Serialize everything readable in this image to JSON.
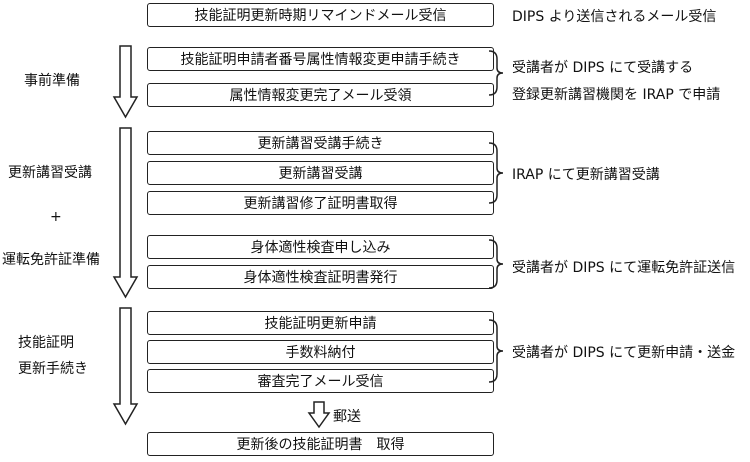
{
  "steps": {
    "reminder": "技能証明更新時期リマインドメール受信",
    "change_request": "技能証明申請者番号属性情報変更申請手続き",
    "change_complete": "属性情報変更完了メール受領",
    "course_procedure": "更新講習受講手続き",
    "course_attend": "更新講習受講",
    "course_certificate": "更新講習修了証明書取得",
    "physical_apply": "身体適性検査申し込み",
    "physical_certificate": "身体適性検査証明書発行",
    "renewal_apply": "技能証明更新申請",
    "fee_payment": "手数料納付",
    "review_complete": "審査完了メール受信",
    "final": "更新後の技能証明書　取得"
  },
  "phases": {
    "preparation": "事前準備",
    "course_line1": "更新講習受講",
    "course_plus": "+",
    "course_line2": "運転免許証準備",
    "renewal_line1": "技能証明",
    "renewal_line2": "更新手続き"
  },
  "notes": {
    "reminder_note": "DIPS より送信されるメール受信",
    "prep_note_line1": "受講者が DIPS にて受講する",
    "prep_note_line2": "登録更新講習機関を IRAP で申請",
    "course_note": "IRAP にて更新講習受講",
    "license_note": "受講者が DIPS にて運転免許証送信",
    "renewal_note": "受講者が DIPS にて更新申請・送金"
  },
  "mail_label": "郵送",
  "colors": {
    "stroke": "#222222",
    "text": "#111111",
    "background": "#ffffff"
  }
}
